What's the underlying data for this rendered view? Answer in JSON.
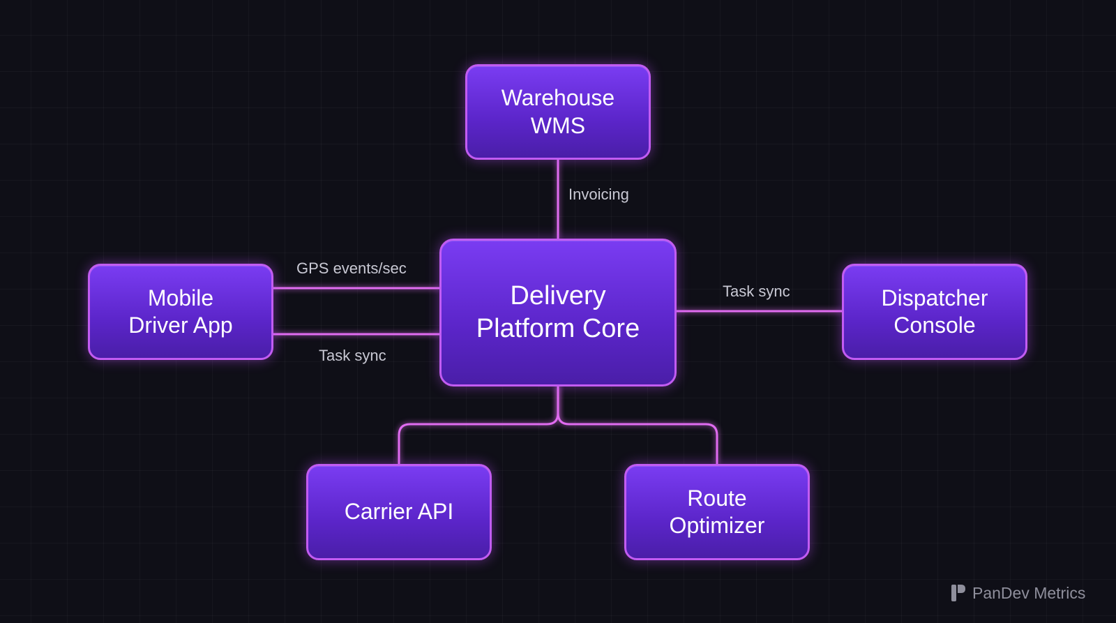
{
  "nodes": {
    "warehouse": "Warehouse\nWMS",
    "core": "Delivery\nPlatform Core",
    "mobile": "Mobile\nDriver App",
    "dispatcher": "Dispatcher\nConsole",
    "carrier": "Carrier API",
    "route": "Route\nOptimizer"
  },
  "edges": {
    "warehouse_core": "Invoicing",
    "mobile_core_top": "GPS events/sec",
    "mobile_core_bottom": "Task sync",
    "core_dispatcher": "Task sync"
  },
  "branding": {
    "icon": "pandev-logo-icon",
    "text": "PanDev Metrics"
  },
  "colors": {
    "background": "#0f0f17",
    "node_fill": "#6a32e6",
    "node_border": "#c25cf2",
    "edge": "#e06cf0",
    "label": "#c9c9d4"
  }
}
